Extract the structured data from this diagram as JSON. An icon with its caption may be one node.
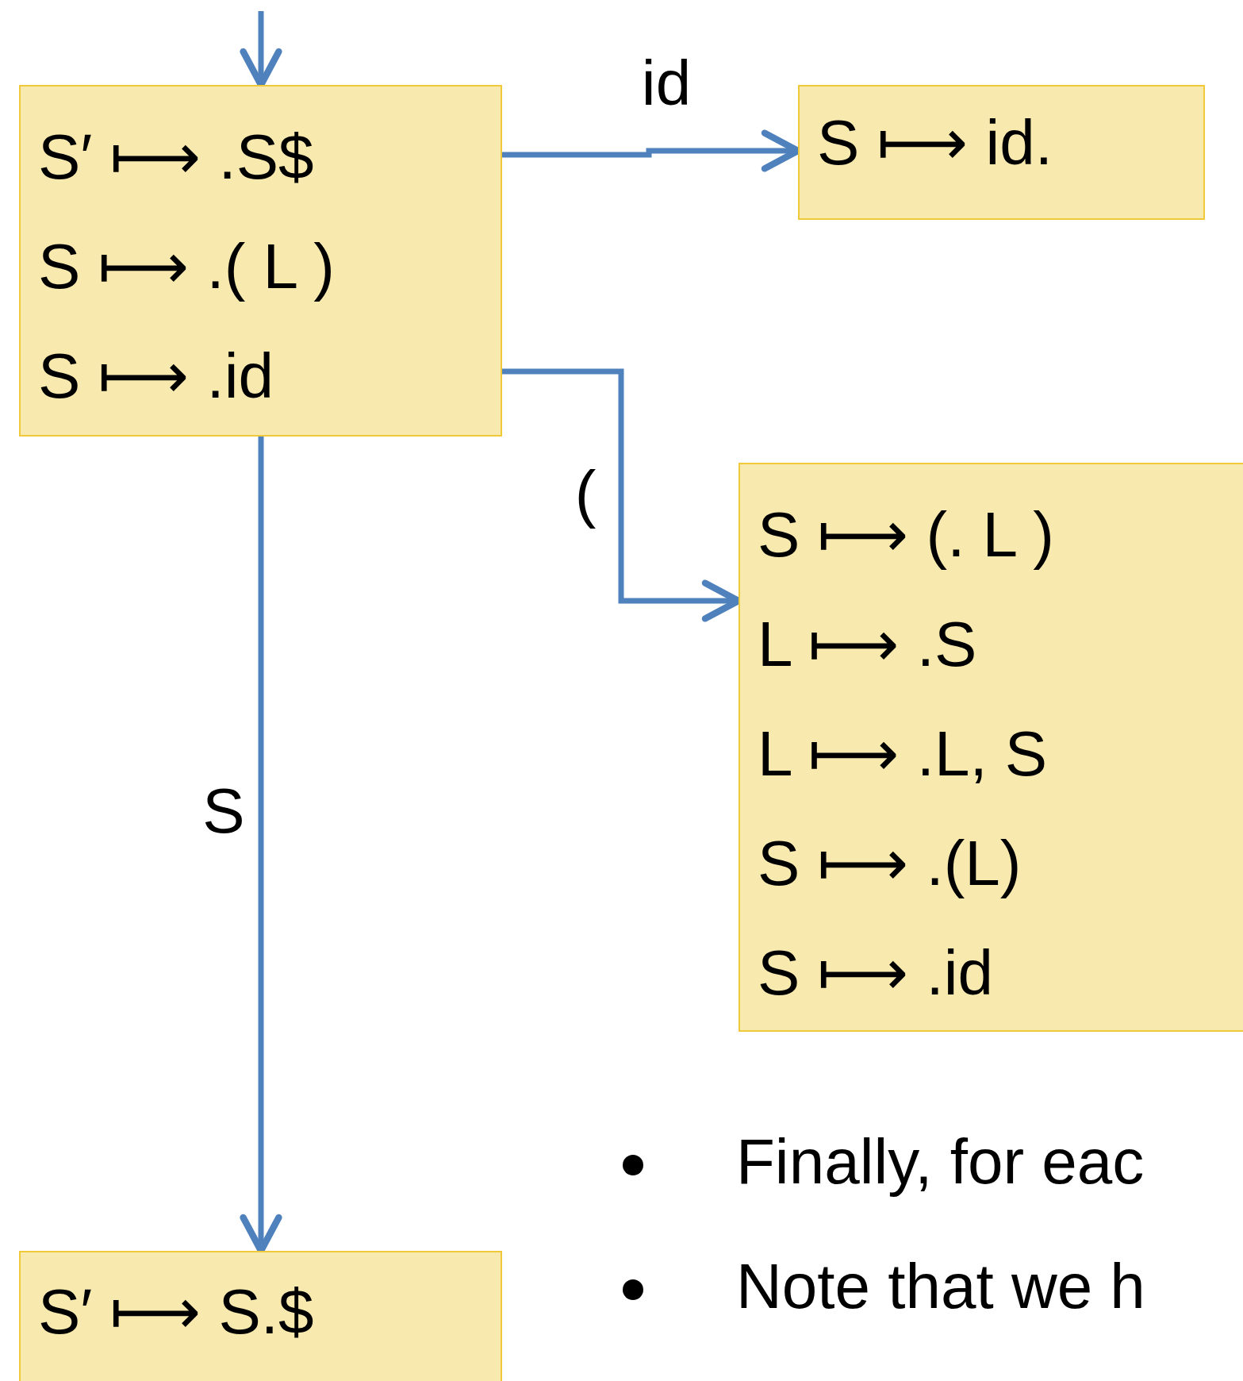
{
  "diagram": {
    "nodes": [
      {
        "text": [
          "S′ ⟼ .S$",
          "S ⟼ .( L )",
          "S ⟼ .id"
        ]
      },
      {
        "text": [
          "S ⟼ id."
        ]
      },
      {
        "text": [
          "S ⟼ (. L )",
          "L ⟼ .S",
          "L ⟼ .L, S",
          "S ⟼ .(L)",
          "S ⟼ .id"
        ]
      },
      {
        "text": [
          "S′ ⟼ S.$"
        ]
      }
    ],
    "edges": [
      {
        "from": null,
        "to": 0,
        "arrow": "to"
      },
      {
        "from": 0,
        "to": 1,
        "arrow": "to",
        "label": "id"
      },
      {
        "from": 0,
        "to": 2,
        "arrow": "to",
        "label": "("
      },
      {
        "from": 0,
        "to": 3,
        "arrow": "to",
        "label": "S"
      }
    ],
    "labels": [
      "Finally, for eac",
      "Note that we h"
    ]
  }
}
